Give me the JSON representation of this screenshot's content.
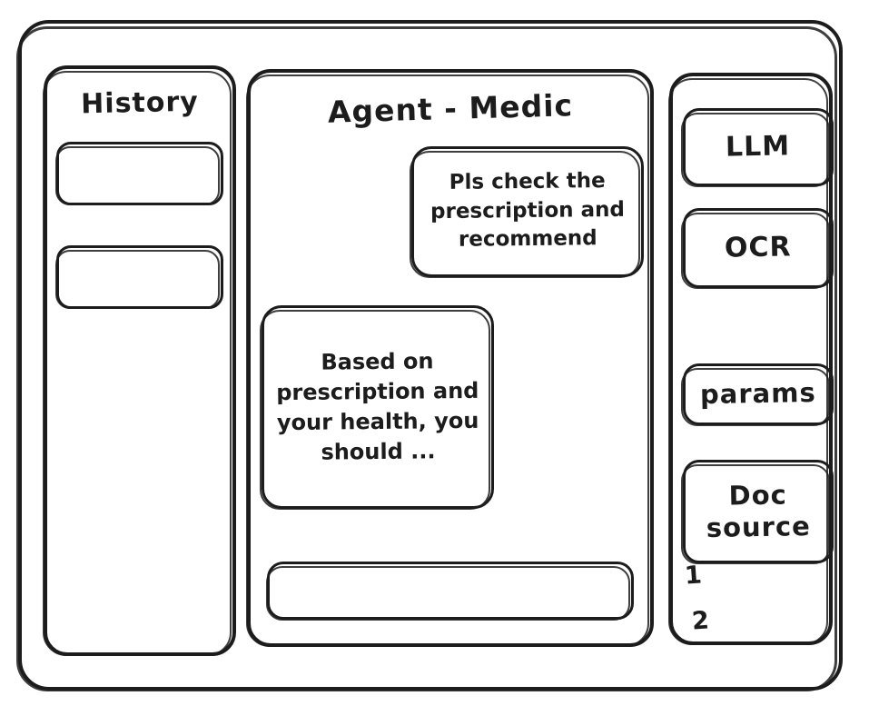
{
  "window": {
    "name": "agent-wireframe-window"
  },
  "history": {
    "title": "History",
    "items": [
      {
        "label": ""
      },
      {
        "label": ""
      }
    ]
  },
  "main": {
    "title": "Agent - Medic",
    "messages": [
      {
        "role": "user",
        "text": "Pls check the prescription and recommend"
      },
      {
        "role": "assistant",
        "text": "Based on prescription and your health, you should ..."
      }
    ],
    "composer": {
      "value": "",
      "placeholder": ""
    }
  },
  "tools": {
    "buttons": [
      {
        "label": "LLM"
      },
      {
        "label": "OCR"
      },
      {
        "label": "params"
      },
      {
        "label": "Doc source"
      }
    ],
    "doc_source_list": [
      "1",
      "2"
    ]
  },
  "colors": {
    "stroke": "#1c1c1c",
    "background": "#ffffff"
  }
}
